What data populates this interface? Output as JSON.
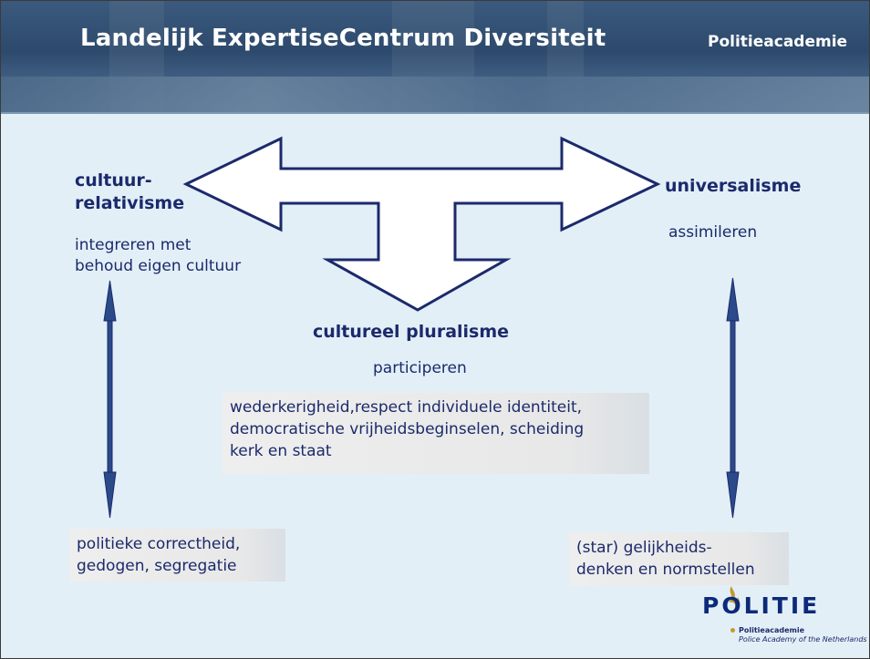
{
  "header": {
    "title": "Landelijk ExpertiseCentrum Diversiteit",
    "brand": "Politieacademie"
  },
  "diagram": {
    "left": {
      "heading_line1": "cultuur-",
      "heading_line2": "relativisme",
      "desc_line1": "integreren met",
      "desc_line2": "behoud eigen cultuur",
      "box_line1": "politieke correctheid,",
      "box_line2": "gedogen, segregatie"
    },
    "right": {
      "heading": "universalisme",
      "desc": "assimileren",
      "box_line1": "(star) gelijkheids-",
      "box_line2": "denken en normstellen"
    },
    "center": {
      "heading": "cultureel pluralisme",
      "desc": "participeren",
      "box_line1": "wederkerigheid,respect individuele identiteit,",
      "box_line2": "democratische vrijheidsbeginselen, scheiding",
      "box_line3": "kerk en staat"
    }
  },
  "logo": {
    "wordmark": "POLITIE",
    "subtitle1": "Politieacademie",
    "subtitle2": "Police Academy of the Netherlands"
  },
  "colors": {
    "text": "#1b2a6b",
    "arrow_outline": "#1b2a6b",
    "background": "#e3eff7",
    "header": "#34527a"
  }
}
